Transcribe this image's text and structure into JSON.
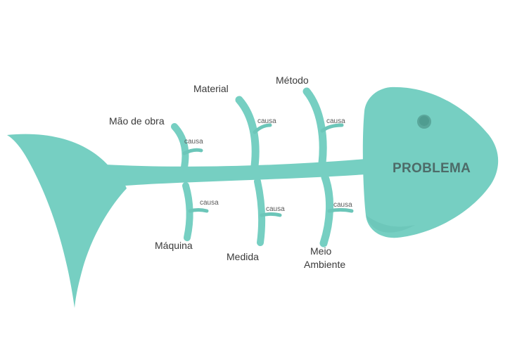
{
  "diagram": {
    "problem": "PROBLEMA",
    "categories": {
      "mao_de_obra": "Mão de obra",
      "material": "Material",
      "metodo": "Método",
      "maquina": "Máquina",
      "medida": "Medida",
      "meio_ambiente_line1": "Meio",
      "meio_ambiente_line2": "Ambiente"
    },
    "cause_label": "causa",
    "colors": {
      "fish": "#76cfc2",
      "fish_shade": "#5fb8ab",
      "text": "#3a3a3a",
      "problem_text": "#4d6b68"
    }
  }
}
